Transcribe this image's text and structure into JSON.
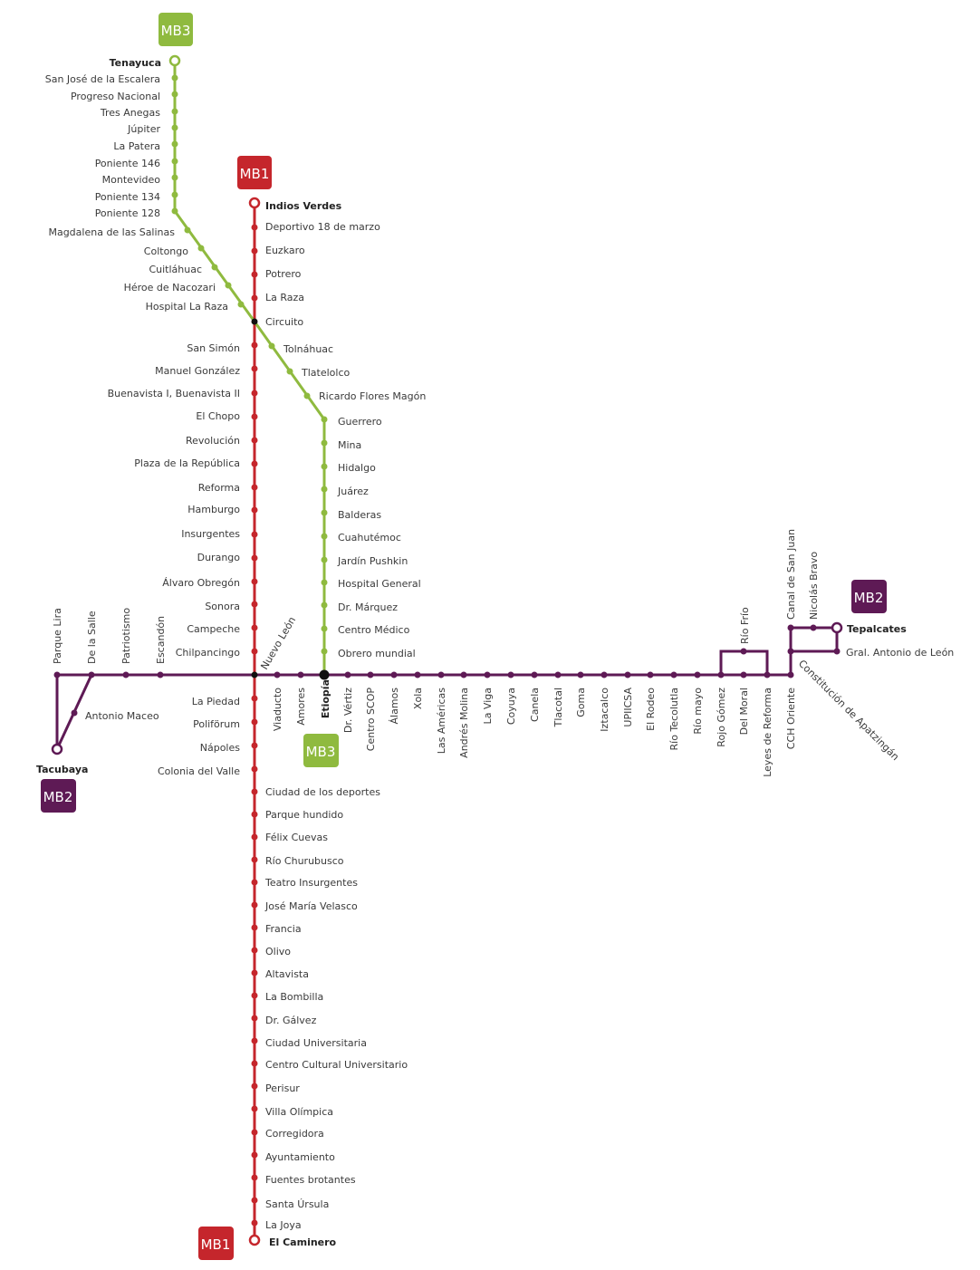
{
  "colors": {
    "line1": "#c5262c",
    "line2": "#5e1a55",
    "line3": "#8fba3f",
    "transfer": "#111111",
    "label": "#3a3a3a"
  },
  "badges": {
    "mb1_top": "MB1",
    "mb1_bottom": "MB1",
    "mb2_left": "MB2",
    "mb2_right": "MB2",
    "mb3_top": "MB3",
    "mb3_mid": "MB3"
  },
  "line1": {
    "terminal_north": "Indios Verdes",
    "terminal_south": "El Caminero",
    "stations": [
      "Deportivo 18 de marzo",
      "Euzkaro",
      "Potrero",
      "La Raza",
      "Circuito",
      "San Simón",
      "Manuel González",
      "Buenavista I, Buenavista II",
      "El Chopo",
      "Revolución",
      "Plaza de la República",
      "Reforma",
      "Hamburgo",
      "Insurgentes",
      "Durango",
      "Álvaro Obregón",
      "Sonora",
      "Campeche",
      "Chilpancingo",
      "Nuevo León",
      "La Piedad",
      "Poliförum",
      "Nápoles",
      "Colonia del Valle",
      "Ciudad de los deportes",
      "Parque hundido",
      "Félix Cuevas",
      "Río Churubusco",
      "Teatro Insurgentes",
      "José María Velasco",
      "Francia",
      "Olivo",
      "Altavista",
      "La Bombilla",
      "Dr. Gálvez",
      "Ciudad Universitaria",
      "Centro Cultural Universitario",
      "Perisur",
      "Villa Olímpica",
      "Corregidora",
      "Ayuntamiento",
      "Fuentes brotantes",
      "Santa Úrsula",
      "La Joya"
    ]
  },
  "line3": {
    "terminal_north": "Tenayuca",
    "stations": [
      "San José de la Escalera",
      "Progreso Nacional",
      "Tres Anegas",
      "Júpiter",
      "La Patera",
      "Poniente 146",
      "Montevideo",
      "Poniente 134",
      "Poniente 128",
      "Magdalena  de las Salinas",
      "Coltongo",
      "Cuitláhuac",
      "Héroe de Nacozari",
      "Hospital La Raza",
      "Tolnáhuac",
      "Tlatelolco",
      "Ricardo Flores Magón",
      "Guerrero",
      "Mina",
      "Hidalgo",
      "Juárez",
      "Balderas",
      "Cuahutémoc",
      "Jardín Pushkin",
      "Hospital General",
      "Dr. Márquez",
      "Centro Médico",
      "Obrero mundial"
    ],
    "terminal_south": "Etiopía"
  },
  "line2": {
    "terminal_west": "Tacubaya",
    "terminal_east": "Tepalcates",
    "stations": [
      "Antonio Maceo",
      "Parque Lira",
      "De la Salle",
      "Patriotismo",
      "Escandón",
      "Viaducto",
      "Amores",
      "Dr. Vértiz",
      "Centro SCOP",
      "Álamos",
      "Xola",
      "Las Américas",
      "Andrés Molina",
      "La Viga",
      "Coyuya",
      "Canela",
      "Tlacotal",
      "Goma",
      "Iztacalco",
      "UPIICSA",
      "El Rodeo",
      "Río Tecolutla",
      "Río mayo",
      "Rojo Gómez",
      "Río Frío",
      "Del Moral",
      "Leyes de Reforma",
      "CCH Oriente",
      "Canal de San Juan",
      "Nicolás Bravo",
      "Constitución de Apatzingán",
      "Gral. Antonio de León"
    ]
  }
}
